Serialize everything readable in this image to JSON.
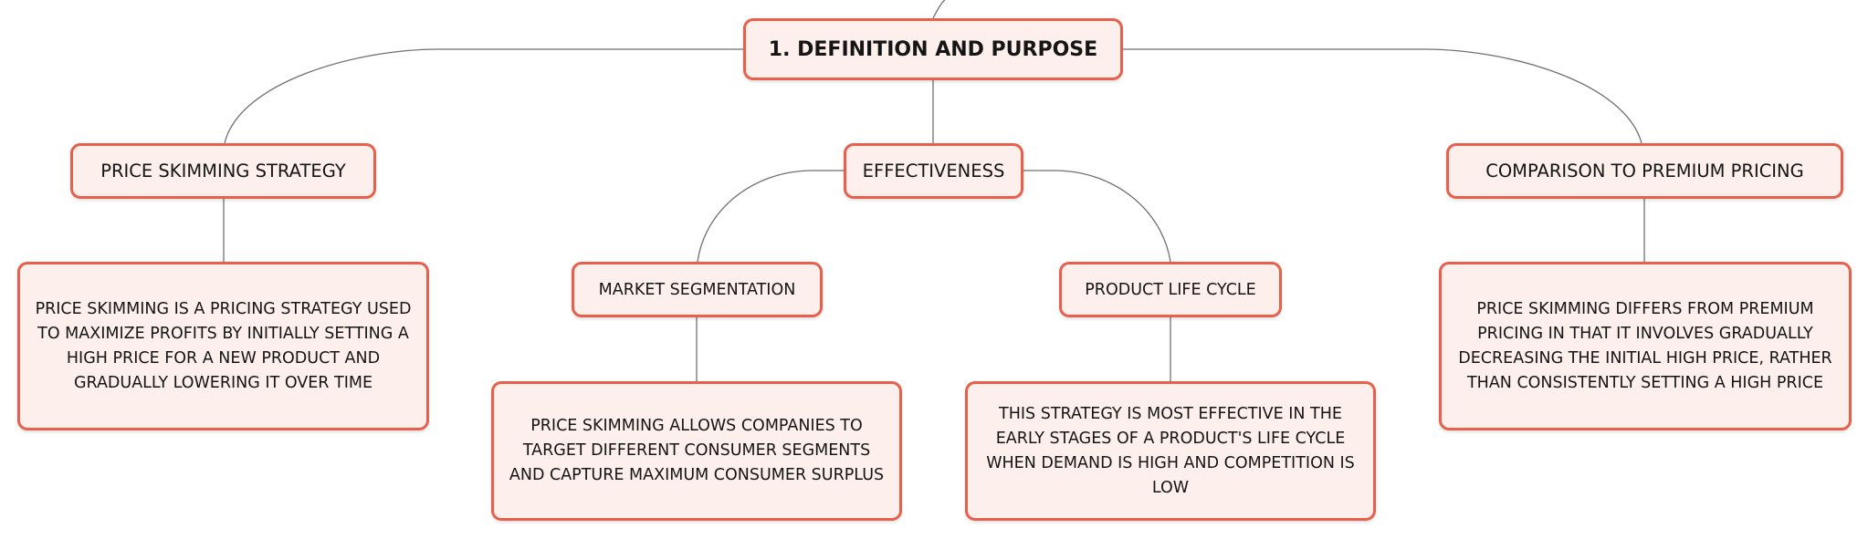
{
  "diagram": {
    "root": {
      "label": "1. DEFINITION AND PURPOSE"
    },
    "branches": [
      {
        "label": "PRICE SKIMMING STRATEGY",
        "detail": "PRICE SKIMMING IS A PRICING STRATEGY USED TO MAXIMIZE PROFITS BY INITIALLY SETTING A HIGH PRICE FOR A NEW PRODUCT AND GRADUALLY LOWERING IT OVER TIME"
      },
      {
        "label": "EFFECTIVENESS",
        "children": [
          {
            "label": "MARKET SEGMENTATION",
            "detail": "PRICE SKIMMING ALLOWS COMPANIES TO TARGET DIFFERENT CONSUMER SEGMENTS AND CAPTURE MAXIMUM CONSUMER SURPLUS"
          },
          {
            "label": "PRODUCT LIFE CYCLE",
            "detail": "THIS STRATEGY IS MOST EFFECTIVE IN THE EARLY STAGES OF A PRODUCT'S LIFE CYCLE WHEN DEMAND IS HIGH AND COMPETITION IS LOW"
          }
        ]
      },
      {
        "label": "COMPARISON TO PREMIUM PRICING",
        "detail": "PRICE SKIMMING DIFFERS FROM PREMIUM PRICING IN THAT IT INVOLVES GRADUALLY DECREASING THE INITIAL HIGH PRICE, RATHER THAN CONSISTENTLY SETTING A HIGH PRICE"
      }
    ]
  },
  "colors": {
    "node_fill": "#fdf0ec",
    "node_border": "#e8604c",
    "connector": "#6f6f6f",
    "text": "#151515"
  }
}
